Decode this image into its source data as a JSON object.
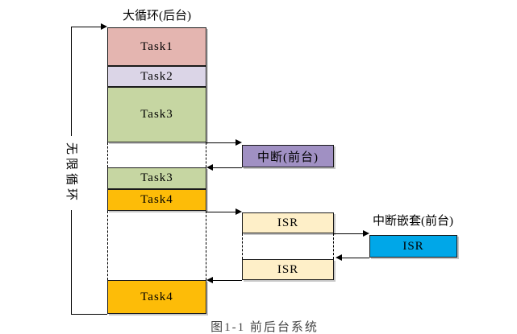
{
  "diagram": {
    "title": "大循环(后台)",
    "loop_label": "无限循环",
    "caption": "图1-1 前后台系统",
    "background_column": {
      "blocks": [
        {
          "label": "Task1",
          "color": "#e4b5b0"
        },
        {
          "label": "Task2",
          "color": "#dbd5e7"
        },
        {
          "label": "Task3",
          "color": "#c6d6a2"
        },
        {
          "label": "Task3",
          "color": "#c6d6a2"
        },
        {
          "label": "Task4",
          "color": "#fdbc08"
        },
        {
          "label": "Task4",
          "color": "#fdbc08"
        }
      ]
    },
    "interrupt_box": {
      "label": "中断(前台)",
      "color": "#a090c3"
    },
    "isr_boxes": [
      {
        "label": "ISR",
        "color": "#feefc8"
      },
      {
        "label": "ISR",
        "color": "#feefc8"
      }
    ],
    "nested_interrupt": {
      "title": "中断嵌套(前台)",
      "box": {
        "label": "ISR",
        "color": "#00a7e8"
      }
    },
    "line_color": "#000000"
  }
}
